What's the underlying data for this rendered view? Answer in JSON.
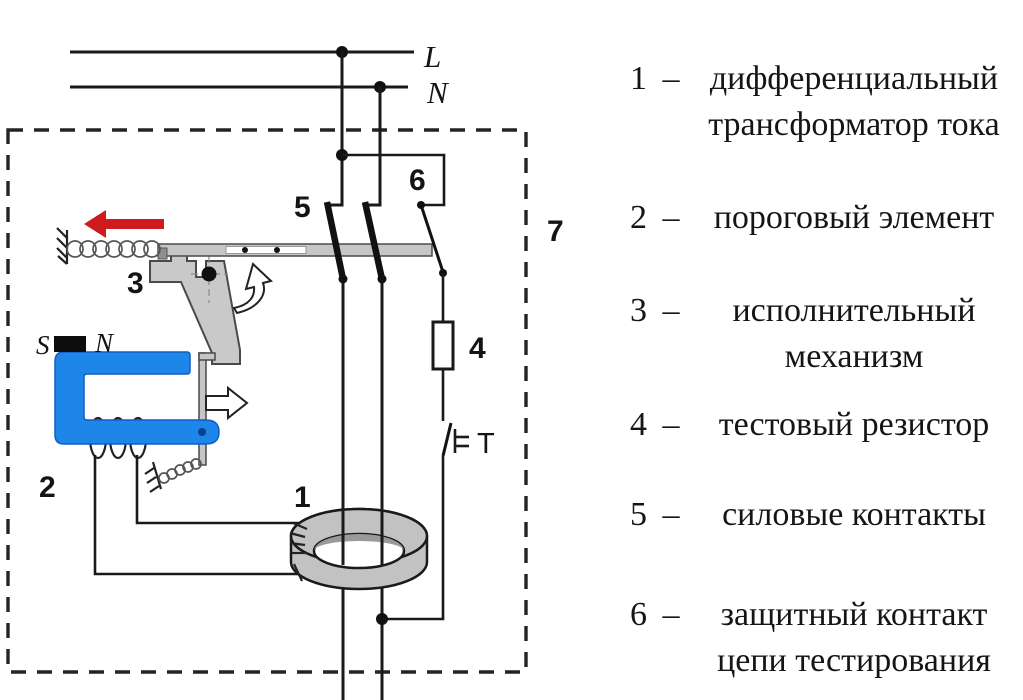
{
  "diagram": {
    "labels": {
      "line_l": "L",
      "line_n": "N",
      "part1": "1",
      "part2": "2",
      "part3": "3",
      "part4": "4",
      "part5": "5",
      "part6": "6",
      "part7": "7",
      "magnet_s": "S",
      "magnet_n": "N",
      "test_button": "T"
    },
    "colors": {
      "red_arrow": "#cf1b1b",
      "core_blue": "#1d86e8",
      "metal_gray": "#c9c9c9",
      "toroid_gray": "#c2c2c2"
    }
  },
  "legend": {
    "items": [
      {
        "num": "1",
        "dash": "–",
        "lines": [
          "дифференциальный",
          "трансформатор тока"
        ]
      },
      {
        "num": "2",
        "dash": "–",
        "lines": [
          "пороговый элемент"
        ]
      },
      {
        "num": "3",
        "dash": "–",
        "lines": [
          "исполнительный",
          "механизм"
        ]
      },
      {
        "num": "4",
        "dash": "–",
        "lines": [
          "тестовый резистор"
        ]
      },
      {
        "num": "5",
        "dash": "–",
        "lines": [
          "силовые контакты"
        ]
      },
      {
        "num": "6",
        "dash": "–",
        "lines": [
          "защитный контакт",
          "цепи тестирования"
        ]
      }
    ]
  }
}
